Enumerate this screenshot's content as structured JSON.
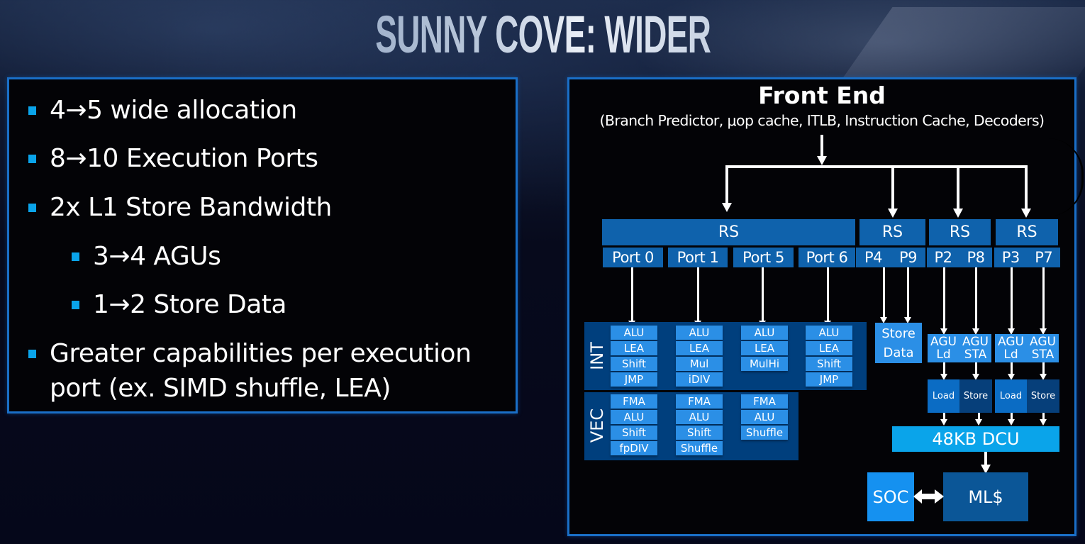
{
  "slide": {
    "title": "SUNNY COVE: WIDER"
  },
  "bullets": [
    {
      "level": 1,
      "text": "4→5 wide allocation"
    },
    {
      "level": 1,
      "text": "8→10 Execution Ports"
    },
    {
      "level": 1,
      "text": "2x L1 Store Bandwidth"
    },
    {
      "level": 2,
      "text": "3→4 AGUs"
    },
    {
      "level": 2,
      "text": "1→2 Store Data"
    },
    {
      "level": 1,
      "text_line1": "Greater capabilities per execution",
      "text_line2": "port (ex. SIMD shuffle, LEA)"
    }
  ],
  "diagram": {
    "front_end": {
      "title": "Front End",
      "subtitle": "(Branch Predictor, μop cache, ITLB, Instruction Cache, Decoders)"
    },
    "reservation_stations": [
      "RS",
      "RS",
      "RS",
      "RS"
    ],
    "ports": [
      "Port 0",
      "Port 1",
      "Port 5",
      "Port 6",
      "P4",
      "P9",
      "P2",
      "P8",
      "P3",
      "P7"
    ],
    "int_group": {
      "label": "INT",
      "columns": [
        [
          "ALU",
          "LEA",
          "Shift",
          "JMP"
        ],
        [
          "ALU",
          "LEA",
          "Mul",
          "iDIV"
        ],
        [
          "ALU",
          "LEA",
          "MulHi"
        ],
        [
          "ALU",
          "LEA",
          "Shift",
          "JMP"
        ]
      ]
    },
    "vec_group": {
      "label": "VEC",
      "columns": [
        [
          "FMA",
          "ALU",
          "Shift",
          "fpDIV"
        ],
        [
          "FMA",
          "ALU",
          "Shift",
          "Shuffle"
        ],
        [
          "FMA",
          "ALU",
          "Shuffle"
        ]
      ]
    },
    "store_data": {
      "line1": "Store",
      "line2": "Data"
    },
    "agus": [
      {
        "line1": "AGU",
        "line2": "Ld"
      },
      {
        "line1": "AGU",
        "line2": "STA"
      },
      {
        "line1": "AGU",
        "line2": "Ld"
      },
      {
        "line1": "AGU",
        "line2": "STA"
      }
    ],
    "load_store": [
      "Load",
      "Store",
      "Load",
      "Store"
    ],
    "dcu": "48KB DCU",
    "soc": "SOC",
    "mlc": "ML$"
  },
  "colors": {
    "panel_border": "#1a6fc7",
    "bullet": "#0aa4ea",
    "rs_port": "#0f62ac",
    "group_bg": "#003f7d",
    "unit": "#2b8fe6",
    "load": "#0b6cc4",
    "store": "#063f7a",
    "dcu": "#0aa4ea",
    "soc": "#1591f0",
    "mlc": "#0b5697"
  }
}
